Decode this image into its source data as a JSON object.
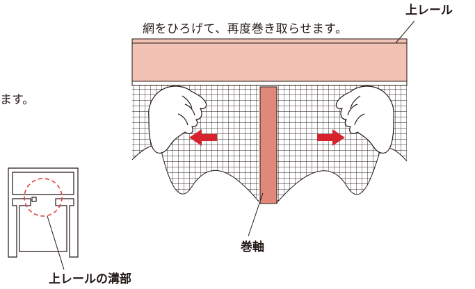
{
  "instruction_text": "網をひろげて、再度巻き取らせます。",
  "cut_text": "ます。",
  "labels": {
    "top_rail": "上レール",
    "roller_shaft": "巻軸",
    "top_rail_groove": "上レールの溝部"
  },
  "colors": {
    "rail_fill": "#f2c2b5",
    "roller_fill": "#e0887a",
    "arrow": "#d7232d",
    "line": "#231815",
    "groove_circle": "#e0403a"
  },
  "icons": {
    "left_arrow": "arrow-left-icon",
    "right_arrow": "arrow-right-icon"
  }
}
